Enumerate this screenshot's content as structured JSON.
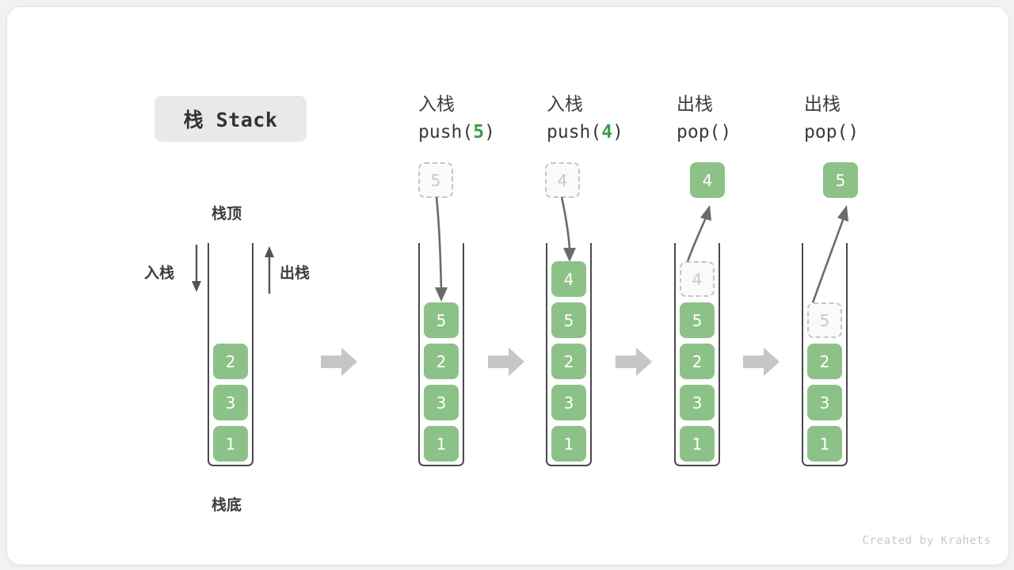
{
  "diagram": {
    "title": "栈 Stack",
    "watermark": "Created by Krahets",
    "labels": {
      "top": "栈顶",
      "bottom": "栈底",
      "push": "入栈",
      "pop": "出栈"
    },
    "colors": {
      "element_green": "#8cc287",
      "ghost_border": "#c4c4c4",
      "ghost_text": "#c8c8c8",
      "stack_wall": "#4a4a4a",
      "arrow_gray": "#666666",
      "transition_arrow": "#c6c6c6",
      "chip_bg": "#e9e9e9",
      "text": "#3b3b3b",
      "accent_green_text": "#3c9a4e"
    },
    "steps": [
      {
        "id": "initial",
        "op_cn": "",
        "op_code": "",
        "op_arg": "",
        "incoming": null,
        "outgoing": null,
        "cells": [
          {
            "value": "2",
            "state": "solid"
          },
          {
            "value": "3",
            "state": "solid"
          },
          {
            "value": "1",
            "state": "solid"
          }
        ]
      },
      {
        "id": "push-5",
        "op_cn": "入栈",
        "op_code_prefix": "push(",
        "op_arg": "5",
        "op_code_suffix": ")",
        "incoming": {
          "value": "5",
          "state": "ghost"
        },
        "outgoing": null,
        "cells": [
          {
            "value": "5",
            "state": "solid"
          },
          {
            "value": "2",
            "state": "solid"
          },
          {
            "value": "3",
            "state": "solid"
          },
          {
            "value": "1",
            "state": "solid"
          }
        ]
      },
      {
        "id": "push-4",
        "op_cn": "入栈",
        "op_code_prefix": "push(",
        "op_arg": "4",
        "op_code_suffix": ")",
        "incoming": {
          "value": "4",
          "state": "ghost"
        },
        "outgoing": null,
        "cells": [
          {
            "value": "4",
            "state": "solid"
          },
          {
            "value": "5",
            "state": "solid"
          },
          {
            "value": "2",
            "state": "solid"
          },
          {
            "value": "3",
            "state": "solid"
          },
          {
            "value": "1",
            "state": "solid"
          }
        ]
      },
      {
        "id": "pop-4",
        "op_cn": "出栈",
        "op_code_prefix": "pop(",
        "op_arg": "",
        "op_code_suffix": ")",
        "incoming": null,
        "outgoing": {
          "value": "4",
          "state": "solid"
        },
        "cells": [
          {
            "value": "4",
            "state": "ghost"
          },
          {
            "value": "5",
            "state": "solid"
          },
          {
            "value": "2",
            "state": "solid"
          },
          {
            "value": "3",
            "state": "solid"
          },
          {
            "value": "1",
            "state": "solid"
          }
        ]
      },
      {
        "id": "pop-5",
        "op_cn": "出栈",
        "op_code_prefix": "pop(",
        "op_arg": "",
        "op_code_suffix": ")",
        "incoming": null,
        "outgoing": {
          "value": "5",
          "state": "solid"
        },
        "cells": [
          {
            "value": "5",
            "state": "ghost"
          },
          {
            "value": "2",
            "state": "solid"
          },
          {
            "value": "3",
            "state": "solid"
          },
          {
            "value": "1",
            "state": "solid"
          }
        ]
      }
    ],
    "transition_arrow_count": 4
  }
}
